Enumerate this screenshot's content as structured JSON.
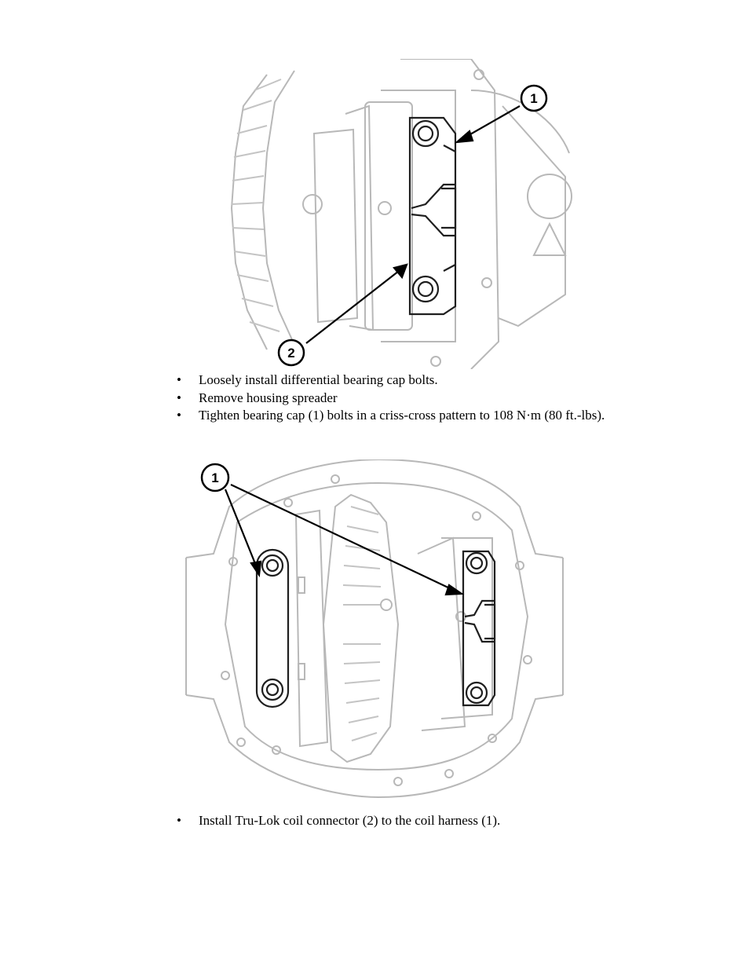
{
  "figure1": {
    "callouts": [
      "1",
      "2"
    ]
  },
  "steps_a": [
    {
      "bullet": "•",
      "text": "Loosely install differential bearing cap bolts."
    },
    {
      "bullet": "•",
      "text": "Remove housing spreader"
    },
    {
      "bullet": "•",
      "text": "Tighten bearing cap (1) bolts in a criss-cross pattern to 108 N·m (80 ft.-lbs)."
    }
  ],
  "figure2": {
    "callouts": [
      "1"
    ]
  },
  "steps_b": [
    {
      "bullet": "•",
      "text": "Install Tru-Lok coil connector (2) to the coil harness (1)."
    }
  ]
}
